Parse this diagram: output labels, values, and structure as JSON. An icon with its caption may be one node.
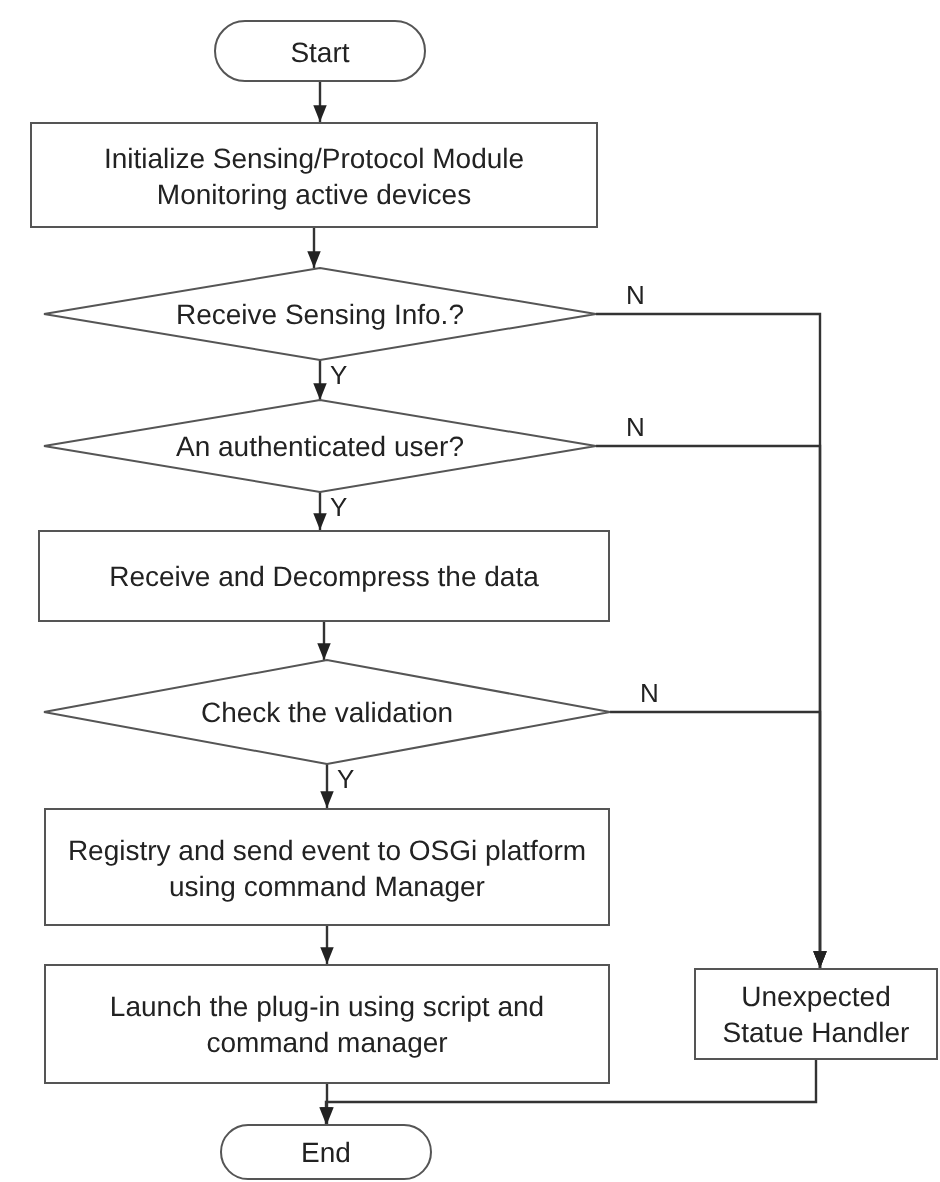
{
  "diagram": {
    "nodes": [
      {
        "text": [
          "Start"
        ]
      },
      {
        "text": [
          "Initialize Sensing/Protocol Module Monitoring active devices"
        ]
      },
      {
        "text": [
          "Receive Sensing Info.?"
        ]
      },
      {
        "text": [
          "An authenticated user?"
        ]
      },
      {
        "text": [
          "Receive and Decompress the data"
        ]
      },
      {
        "text": [
          "Check the validation"
        ]
      },
      {
        "text": [
          "Registry and send event to OSGi platform using command Manager"
        ]
      },
      {
        "text": [
          "Launch the plug-in using script and command manager"
        ]
      },
      {
        "text": [
          "Unexpected Statue Handler"
        ]
      },
      {
        "text": [
          "End"
        ]
      }
    ],
    "edges": [
      {
        "from": 0,
        "to": 1,
        "arrow": "to"
      },
      {
        "from": 1,
        "to": 2,
        "arrow": "to"
      },
      {
        "from": 2,
        "to": 3,
        "arrow": "to",
        "label": "Y"
      },
      {
        "from": 3,
        "to": 4,
        "arrow": "to",
        "label": "Y"
      },
      {
        "from": 4,
        "to": 5,
        "arrow": "to"
      },
      {
        "from": 5,
        "to": 6,
        "arrow": "to",
        "label": "Y"
      },
      {
        "from": 6,
        "to": 7,
        "arrow": "to"
      },
      {
        "from": 2,
        "to": 8,
        "arrow": "to",
        "label": "N"
      },
      {
        "from": 3,
        "to": 8,
        "arrow": "to",
        "label": "N"
      },
      {
        "from": 5,
        "to": 8,
        "arrow": "to",
        "label": "N"
      },
      {
        "from": 7,
        "to": 9,
        "arrow": "to"
      },
      {
        "from": 8,
        "to": 9,
        "arrow": "to"
      }
    ]
  }
}
